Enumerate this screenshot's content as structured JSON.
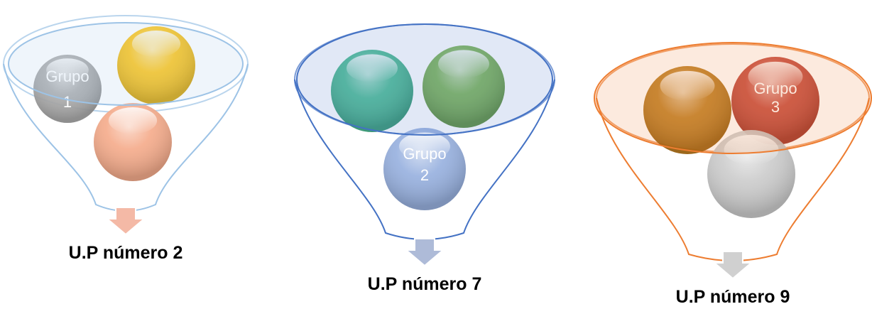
{
  "funnels": [
    {
      "id": "funnel-1",
      "color": "#9DC3E6",
      "caption": "U.P número 2",
      "arrow_color": "#F4B9A6",
      "balls": [
        {
          "color": "#A6A6A6",
          "label": [
            "Grupo",
            "1"
          ]
        },
        {
          "color": "#FFC000",
          "label": []
        },
        {
          "color": "#F4A582",
          "label": []
        }
      ]
    },
    {
      "id": "funnel-2",
      "color": "#4472C4",
      "caption": "U.P número 7",
      "arrow_color": "#AEBBD8",
      "balls": [
        {
          "color": "#3CB68A",
          "label": []
        },
        {
          "color": "#70AD47",
          "label": []
        },
        {
          "color": "#8FAADC",
          "label": [
            "Grupo",
            "2"
          ]
        }
      ]
    },
    {
      "id": "funnel-3",
      "color": "#ED7D31",
      "caption": "U.P número 9",
      "arrow_color": "#D0D0D0",
      "balls": [
        {
          "color": "#B8730F",
          "label": []
        },
        {
          "color": "#C0392B",
          "label": [
            "Grupo",
            "3"
          ]
        },
        {
          "color": "#C8C8C8",
          "label": []
        }
      ]
    }
  ]
}
